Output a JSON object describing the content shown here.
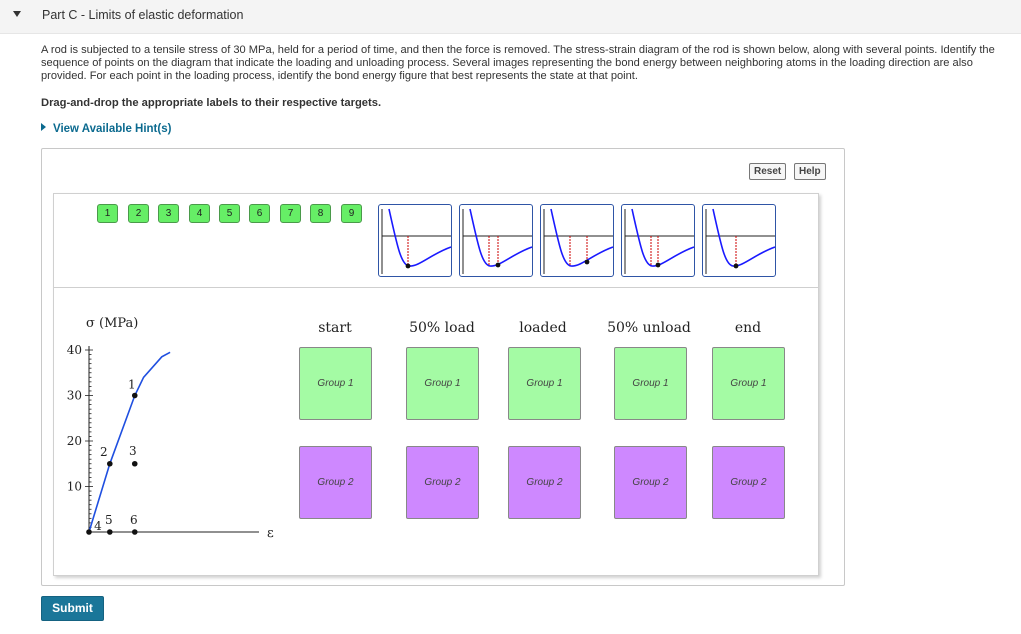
{
  "part": {
    "title": "Part C - Limits of elastic deformation"
  },
  "problem": {
    "text": "A rod is subjected to a tensile stress of 30 MPa, held for a period of time, and then the force is removed. The stress-strain diagram of the rod is shown below, along with several points. Identify the sequence of points on the diagram that indicate the loading and unloading process. Several images representing the bond energy between neighboring atoms in the loading direction are also provided. For each point in the loading process, identify the bond energy figure that best represents the state at that point.",
    "instruction": "Drag-and-drop the appropriate labels to their respective targets."
  },
  "hint": {
    "label": "View Available Hint(s)"
  },
  "toolbar": {
    "reset": "Reset",
    "help": "Help"
  },
  "labels": [
    "1",
    "2",
    "3",
    "4",
    "5",
    "6",
    "7",
    "8",
    "9"
  ],
  "energy_figures": [
    {
      "icon": "bond-energy-curve-icon"
    },
    {
      "icon": "bond-energy-curve-icon"
    },
    {
      "icon": "bond-energy-curve-icon"
    },
    {
      "icon": "bond-energy-curve-icon"
    },
    {
      "icon": "bond-energy-curve-icon"
    }
  ],
  "columns": [
    {
      "header": "start",
      "group1": "Group 1",
      "group2": "Group 2"
    },
    {
      "header": "50% load",
      "group1": "Group 1",
      "group2": "Group 2"
    },
    {
      "header": "loaded",
      "group1": "Group 1",
      "group2": "Group 2"
    },
    {
      "header": "50% unload",
      "group1": "Group 1",
      "group2": "Group 2"
    },
    {
      "header": "end",
      "group1": "Group 1",
      "group2": "Group 2"
    }
  ],
  "chart_data": {
    "type": "line",
    "ylabel": "σ (MPa)",
    "xlabel": "ε",
    "yticks": [
      10,
      20,
      30,
      40
    ],
    "ylim": [
      0,
      40
    ],
    "series": [
      {
        "x": [
          0,
          0.4,
          0.88,
          1.05,
          1.4,
          1.56
        ],
        "y": [
          0,
          15,
          30,
          34,
          38.5,
          39.5
        ]
      }
    ],
    "points": [
      {
        "label": "1",
        "x": 0.88,
        "y": 30
      },
      {
        "label": "2",
        "x": 0.4,
        "y": 15
      },
      {
        "label": "3",
        "x": 0.88,
        "y": 15
      },
      {
        "label": "4",
        "x": 0,
        "y": 0
      },
      {
        "label": "5",
        "x": 0.4,
        "y": 0
      },
      {
        "label": "6",
        "x": 0.88,
        "y": 0
      }
    ]
  },
  "submit": {
    "label": "Submit"
  }
}
